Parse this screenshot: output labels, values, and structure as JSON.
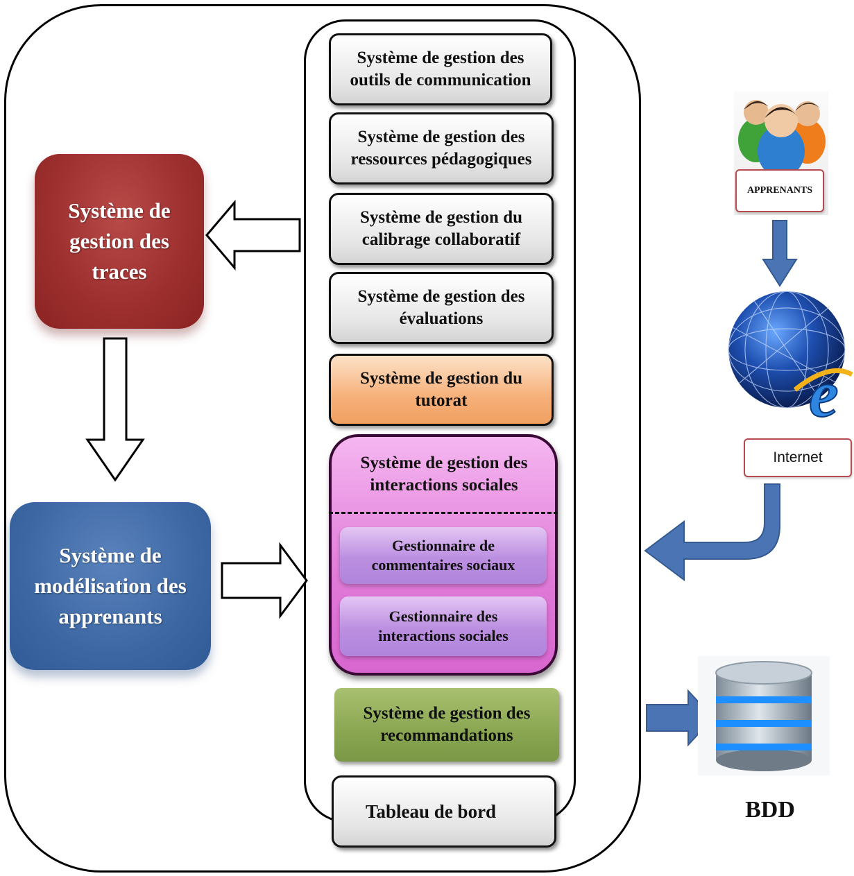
{
  "boxes": {
    "communication": "Système de gestion des outils de communication",
    "ressources": "Système de gestion des ressources pédagogiques",
    "calibrage": "Système de gestion du calibrage collaboratif",
    "evaluations": "Système de gestion des évaluations",
    "tutorat": "Système de gestion du tutorat",
    "interactions": "Système de gestion des interactions sociales",
    "commentaires": "Gestionnaire de commentaires sociaux",
    "gest_interactions": "Gestionnaire des interactions sociales",
    "recommandations": "Système de gestion des recommandations",
    "tableau": "Tableau de bord",
    "traces": "Système de gestion des traces",
    "modelisation": "Système de modélisation des apprenants"
  },
  "labels": {
    "apprenants": "APPRENANTS",
    "internet": "Internet",
    "bdd": "BDD"
  },
  "colors": {
    "red_box": "#9c2f2e",
    "blue_box": "#3d67a3",
    "orange_box": "#f6b07a",
    "pink_box": "#e07ad8",
    "purple_box": "#bb8ee0",
    "green_box": "#8aa651",
    "arrow_blue": "#4a74b4"
  }
}
